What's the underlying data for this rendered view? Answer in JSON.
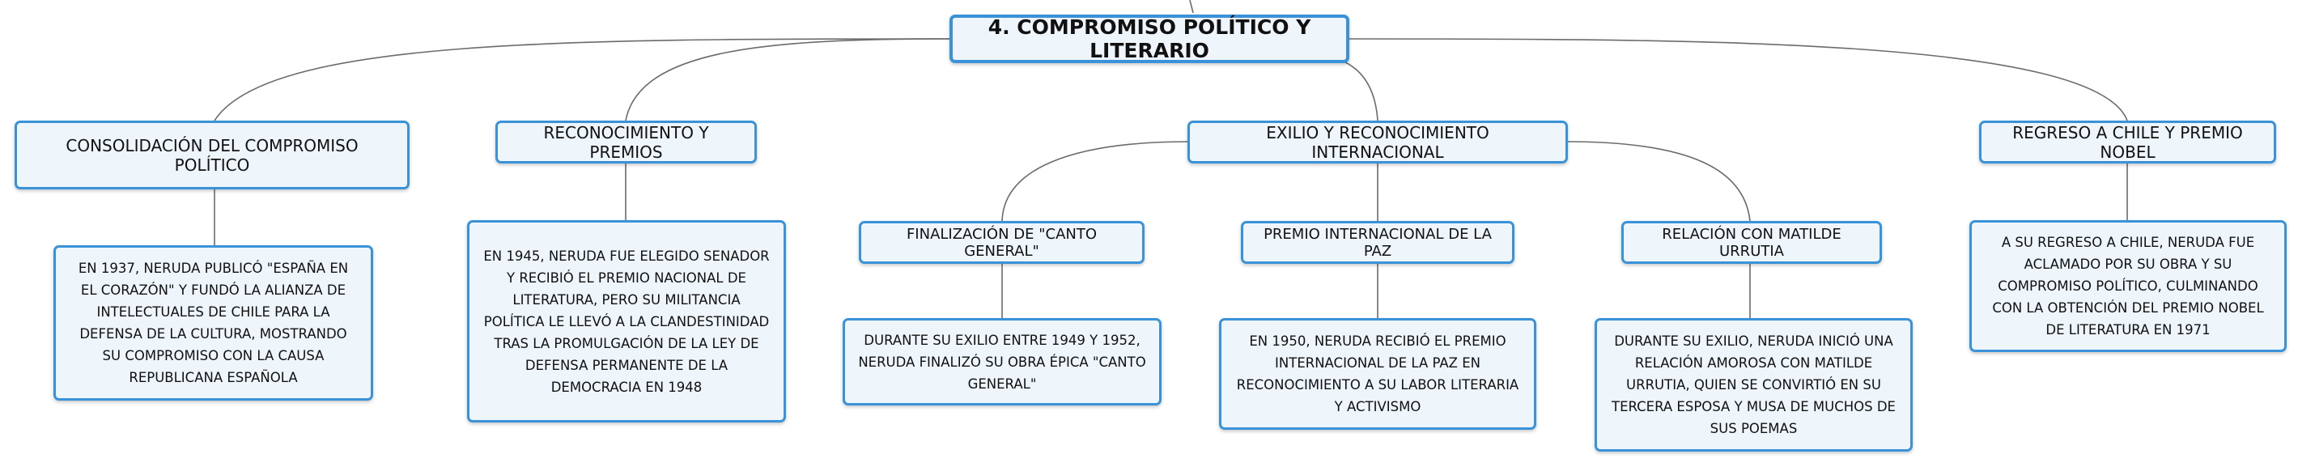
{
  "root": {
    "title": "4. COMPROMISO POLÍTICO Y LITERARIO"
  },
  "branches": [
    {
      "label": "CONSOLIDACIÓN DEL COMPROMISO POLÍTICO",
      "detail": "EN 1937, NERUDA PUBLICÓ \"ESPAÑA EN EL CORAZÓN\" Y FUNDÓ LA ALIANZA DE INTELECTUALES DE CHILE PARA LA DEFENSA DE LA CULTURA, MOSTRANDO SU COMPROMISO CON LA CAUSA REPUBLICANA ESPAÑOLA"
    },
    {
      "label": "RECONOCIMIENTO Y PREMIOS",
      "detail": "EN 1945, NERUDA FUE ELEGIDO SENADOR Y RECIBIÓ EL PREMIO NACIONAL DE LITERATURA, PERO SU MILITANCIA POLÍTICA LE LLEVÓ A LA CLANDESTINIDAD TRAS LA PROMULGACIÓN DE LA LEY DE DEFENSA PERMANENTE DE LA DEMOCRACIA EN 1948"
    },
    {
      "label": "EXILIO Y RECONOCIMIENTO INTERNACIONAL",
      "children": [
        {
          "label": "FINALIZACIÓN DE \"CANTO GENERAL\"",
          "detail": "DURANTE SU EXILIO ENTRE 1949 Y 1952, NERUDA FINALIZÓ SU OBRA ÉPICA \"CANTO GENERAL\""
        },
        {
          "label": "PREMIO INTERNACIONAL DE LA PAZ",
          "detail": "EN 1950, NERUDA RECIBIÓ EL PREMIO INTERNACIONAL DE LA PAZ EN RECONOCIMIENTO A SU LABOR LITERARIA Y ACTIVISMO"
        },
        {
          "label": "RELACIÓN CON MATILDE URRUTIA",
          "detail": "DURANTE SU EXILIO, NERUDA INICIÓ UNA RELACIÓN AMOROSA CON MATILDE URRUTIA, QUIEN SE CONVIRTIÓ EN SU TERCERA ESPOSA Y MUSA DE MUCHOS DE SUS POEMAS"
        }
      ]
    },
    {
      "label": "REGRESO A CHILE Y PREMIO NOBEL",
      "detail": "A SU REGRESO A CHILE, NERUDA FUE ACLAMADO POR SU OBRA Y SU COMPROMISO POLÍTICO, CULMINANDO CON LA OBTENCIÓN DEL PREMIO NOBEL DE LITERATURA EN 1971"
    }
  ],
  "colors": {
    "node_border": "#3a93d8",
    "node_fill": "#eef6fc",
    "connector": "#6b6b6b"
  }
}
